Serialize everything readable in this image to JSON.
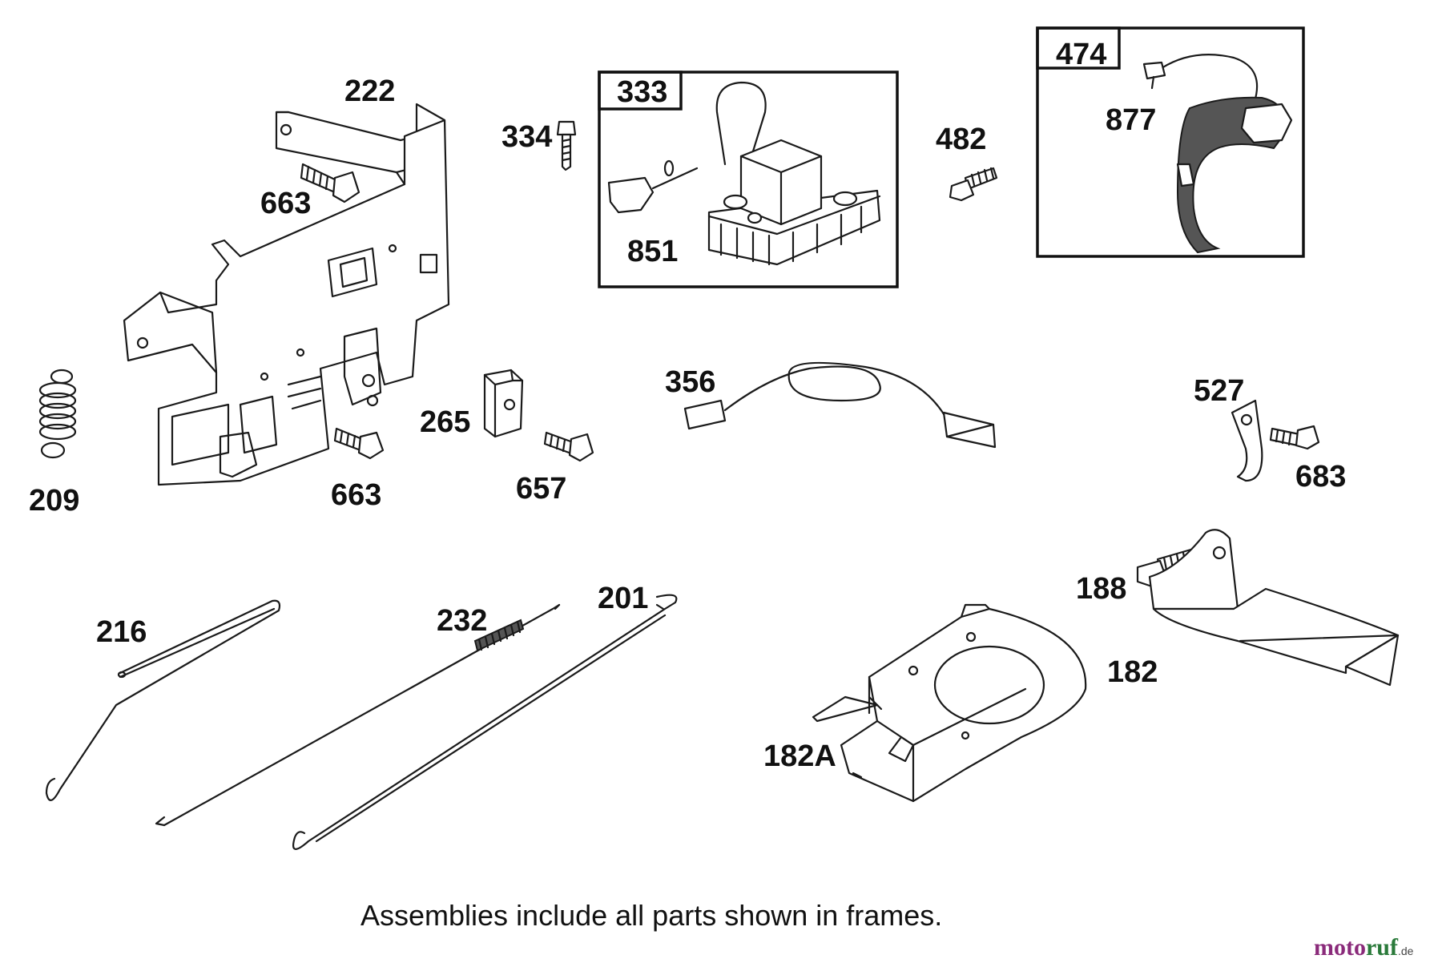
{
  "part_labels": {
    "p222": "222",
    "p663a": "663",
    "p334": "334",
    "p851": "851",
    "p482": "482",
    "p877": "877",
    "p209": "209",
    "p663b": "663",
    "p265": "265",
    "p657": "657",
    "p356": "356",
    "p527": "527",
    "p683": "683",
    "p216": "216",
    "p232": "232",
    "p201": "201",
    "p188": "188",
    "p182": "182",
    "p182a": "182A"
  },
  "frames": {
    "f333": "333",
    "f474": "474"
  },
  "caption": "Assemblies include all parts shown in frames.",
  "watermark": {
    "moto": "moto",
    "ruf": "ruf",
    "tld": ".de"
  },
  "colors": {
    "line": "#1a1a1a",
    "background": "#ffffff",
    "watermark_moto": "#8a2a7a",
    "watermark_ruf": "#2a7a3a"
  }
}
